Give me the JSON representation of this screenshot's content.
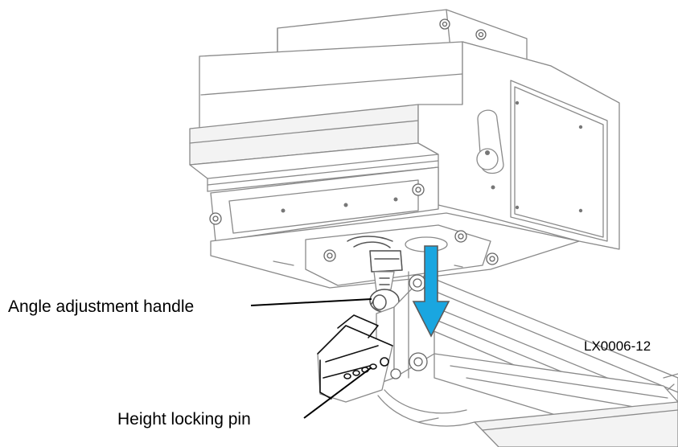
{
  "labels": {
    "angle_adjustment_handle": "Angle adjustment handle",
    "height_locking_pin": "Height locking pin",
    "figure_id": "LX0006-12"
  },
  "colors": {
    "arrow": "#1aa6e0",
    "arrow_outline": "#5a5a5a",
    "line_art": "#8a8a8a",
    "leader_line": "#000000"
  },
  "icons": {
    "direction_arrow": "arrow-down-icon"
  }
}
